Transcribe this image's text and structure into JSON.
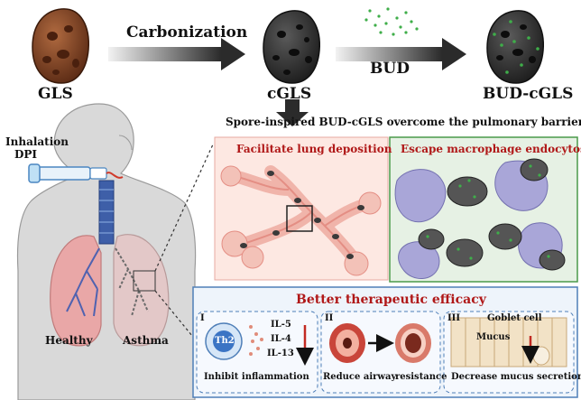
{
  "top_flow": {
    "stage1_label": "GLS",
    "step1_label": "Carbonization",
    "stage2_label": "cGLS",
    "step2_label": "BUD",
    "stage3_label": "BUD-cGLS"
  },
  "inhaler": {
    "label_line1": "Inhalation",
    "label_line2": "DPI"
  },
  "lungs": {
    "healthy_label": "Healthy",
    "asthma_label": "Asthma"
  },
  "headline": "Spore-inspired BUD-cGLS overcome the pulmonary barriers",
  "panel_deposition": {
    "title": "Facilitate lung deposition"
  },
  "panel_macrophage": {
    "title": "Escape macrophage endocytosis"
  },
  "efficacy": {
    "title": "Better therapeutic efficacy",
    "sub1": {
      "numeral": "I",
      "cell_label": "Th2",
      "cytokines": [
        "IL-5",
        "IL-4",
        "IL-13"
      ],
      "caption": "Inhibit inflammation"
    },
    "sub2": {
      "numeral": "II",
      "caption_left": "Reduce airway",
      "caption_right": "resistance"
    },
    "sub3": {
      "numeral": "III",
      "goblet_label": "Goblet cell",
      "mucus_label": "Mucus",
      "caption": "Decrease mucus secretion"
    }
  },
  "colors": {
    "spore_brown": "#8a4a2a",
    "spore_dark": "#2e2e2e",
    "bud_green": "#3fae4a",
    "title_red": "#b01818",
    "panel_blue": "#4f7fb8",
    "lung_pink": "#e9a7a7"
  }
}
